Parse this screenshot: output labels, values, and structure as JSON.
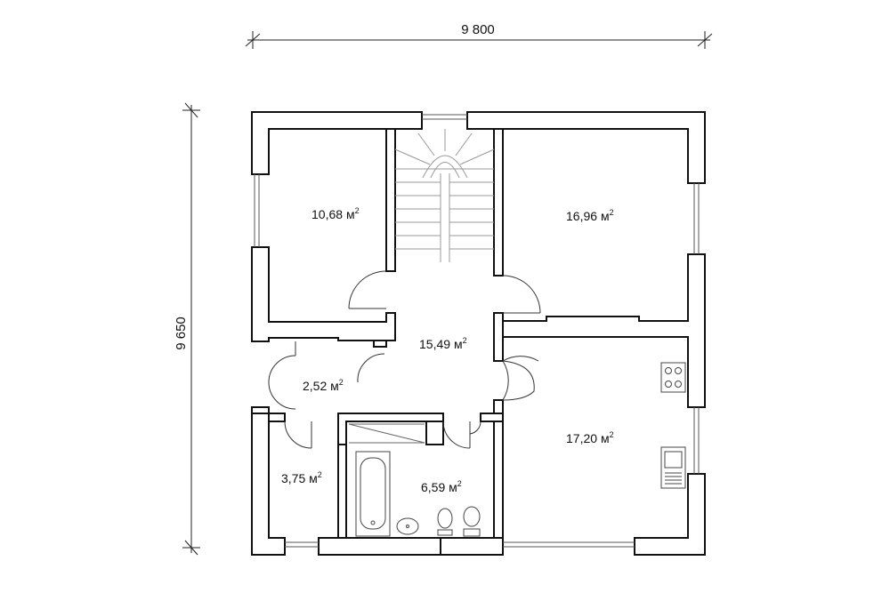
{
  "dimensions": {
    "width": "9 800",
    "height": "9 650"
  },
  "rooms": [
    {
      "id": "bedroom-1",
      "value": "10,68",
      "unit": "м",
      "exp": "2"
    },
    {
      "id": "bedroom-2",
      "value": "16,96",
      "unit": "м",
      "exp": "2"
    },
    {
      "id": "hall",
      "value": "15,49",
      "unit": "м",
      "exp": "2"
    },
    {
      "id": "corridor",
      "value": "2,52",
      "unit": "м",
      "exp": "2"
    },
    {
      "id": "closet",
      "value": "3,75",
      "unit": "м",
      "exp": "2"
    },
    {
      "id": "bathroom",
      "value": "6,59",
      "unit": "м",
      "exp": "2"
    },
    {
      "id": "kitchen",
      "value": "17,20",
      "unit": "м",
      "exp": "2"
    }
  ]
}
